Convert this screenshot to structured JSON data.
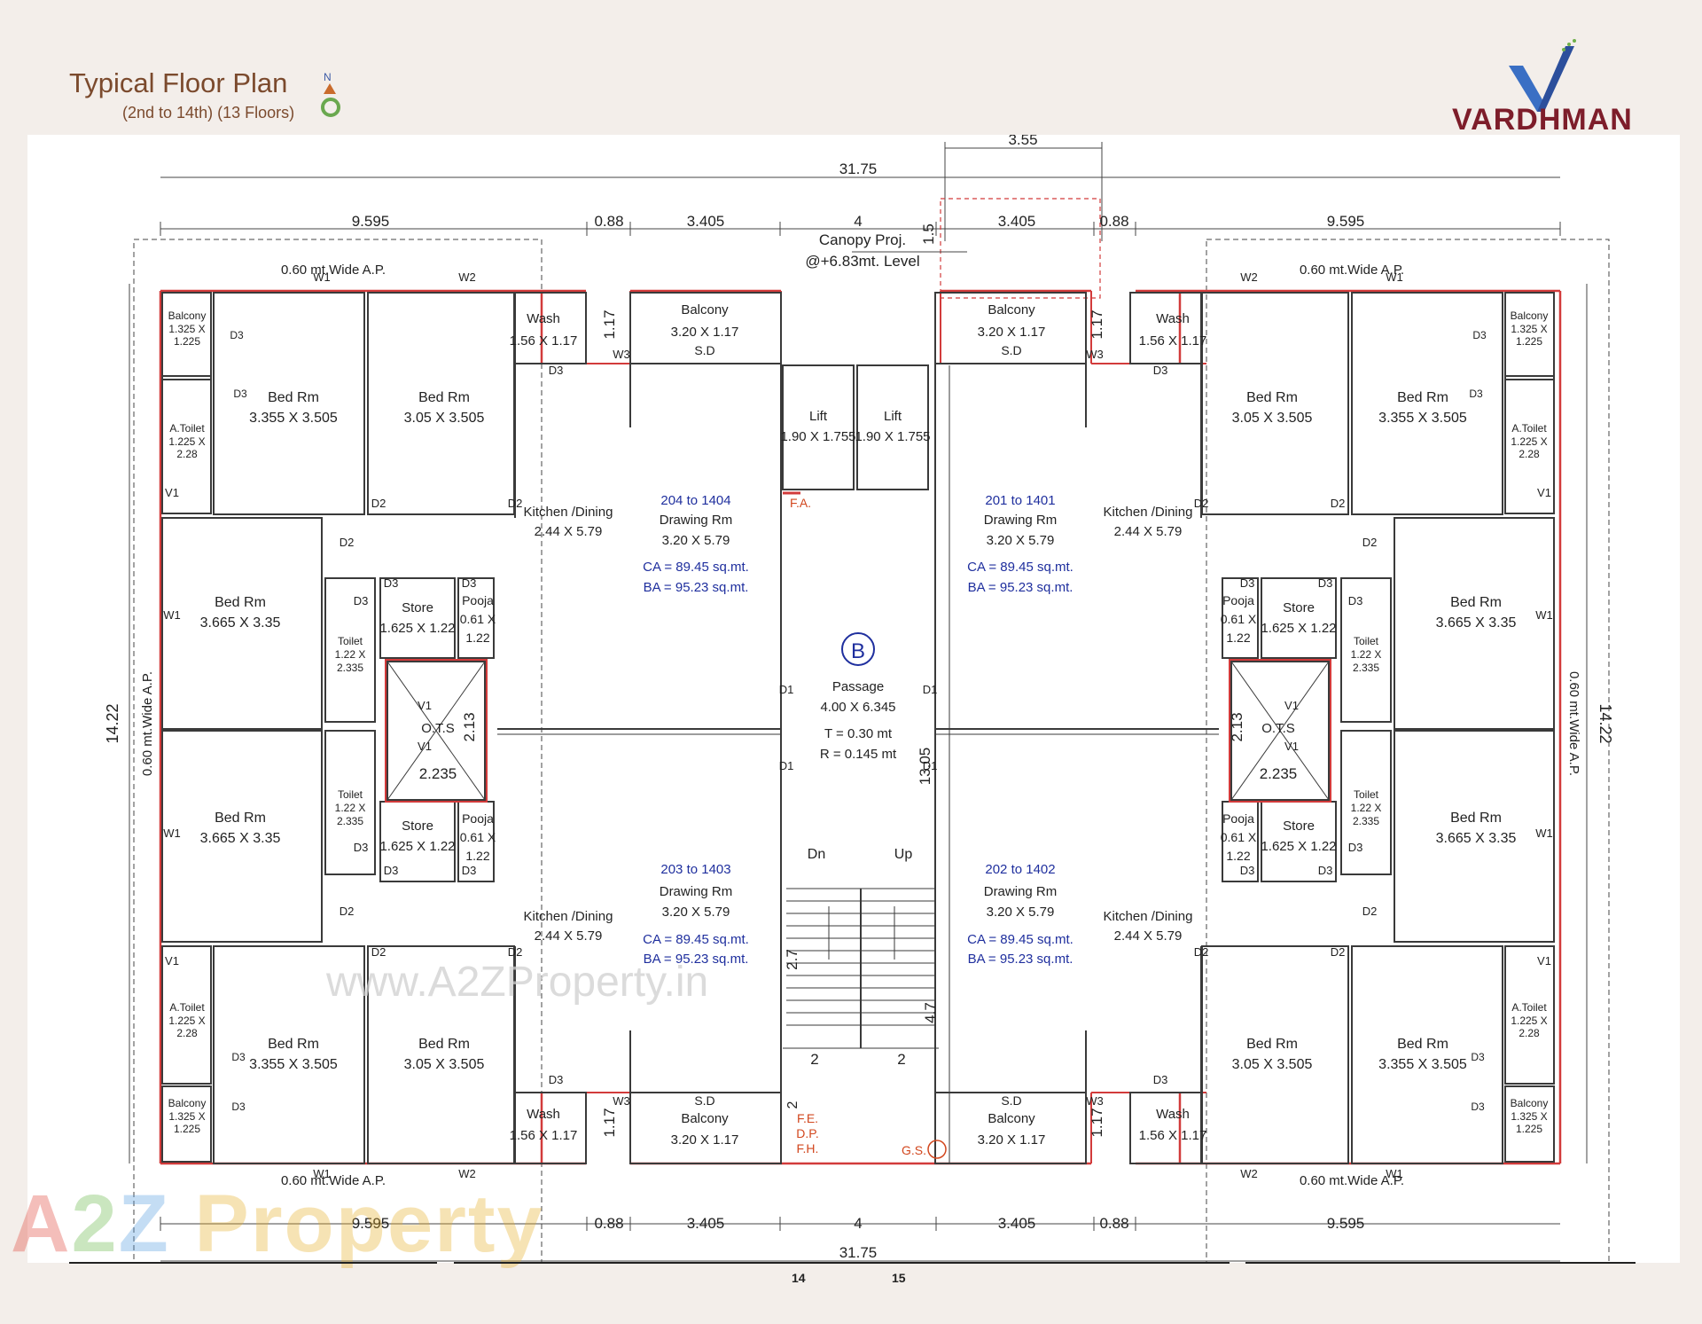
{
  "header": {
    "title": "Typical Floor Plan",
    "subtitle": "(2nd to 14th) (13 Floors)",
    "north": "N",
    "brand": "VARDHMAN"
  },
  "colors": {
    "outer_wall": "#d23b3b",
    "wall": "#3a3a3a",
    "dim": "#444444",
    "blue_text": "#1f2f9e",
    "red_text": "#d2471e",
    "title": "#7b4a2d",
    "brand": "#7d1d2a"
  },
  "dims": {
    "overall_width": "31.75",
    "overall_depth": "14.22",
    "top_lift_width": "3.55",
    "side_span": "9.595",
    "gap": "0.88",
    "dining_span": "3.405",
    "core": "4",
    "duct": "1.17",
    "canopy_depth": "1.5",
    "core_depth": "13.05",
    "stair_depth": "2.7",
    "landing": "4.7",
    "stair_flight": "2",
    "stair_step": "2",
    "ots_w": "2.235",
    "ots_h": "2.13"
  },
  "labels": {
    "canopy": "Canopy Proj.",
    "canopy_level": "@+6.83mt. Level",
    "ap": "0.60 mt.Wide A.P.",
    "passage_key": "B",
    "passage": "Passage",
    "passage_size": "4.00 X 6.345",
    "tread": "T = 0.30 mt",
    "riser": "R = 0.145 mt",
    "dn": "Dn",
    "up": "Up",
    "fa": "F.A.",
    "fe": "F.E.",
    "dp": "D.P.",
    "fh": "F.H.",
    "gs": "G.S.",
    "sd": "S.D",
    "ots": "O.T.S",
    "lift": "Lift",
    "lift_size": "1.90 X 1.755"
  },
  "rooms": {
    "balcony_small": "Balcony",
    "balcony_small_size_a": "1.325 X",
    "balcony_small_size_b": "1.225",
    "balcony": "Balcony",
    "balcony_size": "3.20 X 1.17",
    "wash": "Wash",
    "wash_size": "1.56 X 1.17",
    "bed": "Bed Rm",
    "bed_a": "3.355 X 3.505",
    "bed_b": "3.05 X 3.505",
    "bed_c": "3.665 X 3.35",
    "atoilet": "A.Toilet",
    "atoilet_a": "1.225 X",
    "atoilet_b": "2.28",
    "toilet": "Toilet",
    "toilet_a": "1.22 X",
    "toilet_b": "2.335",
    "store": "Store",
    "store_size": "1.625 X 1.22",
    "pooja": "Pooja",
    "pooja_a": "0.61 X",
    "pooja_b": "1.22",
    "kitchen": "Kitchen /Dining",
    "kitchen_size": "2.44 X 5.79",
    "drawing": "Drawing Rm",
    "drawing_size": "3.20 X 5.79",
    "ca": "CA = 89.45 sq.mt.",
    "ba": "BA = 95.23 sq.mt."
  },
  "units": {
    "nw": "204 to 1404",
    "ne": "201 to 1401",
    "sw": "203 to 1403",
    "se": "202 to 1402"
  },
  "openings": {
    "d1": "D1",
    "d2": "D2",
    "d3": "D3",
    "w1": "W1",
    "w2": "W2",
    "w3": "W3",
    "v1": "V1"
  },
  "watermark": {
    "url": "www.A2ZProperty.in",
    "logo_a": "A",
    "logo_2": "2",
    "logo_z": "Z",
    "logo_rest": " Property"
  },
  "footer": {
    "page_left": "14",
    "page_right": "15"
  }
}
